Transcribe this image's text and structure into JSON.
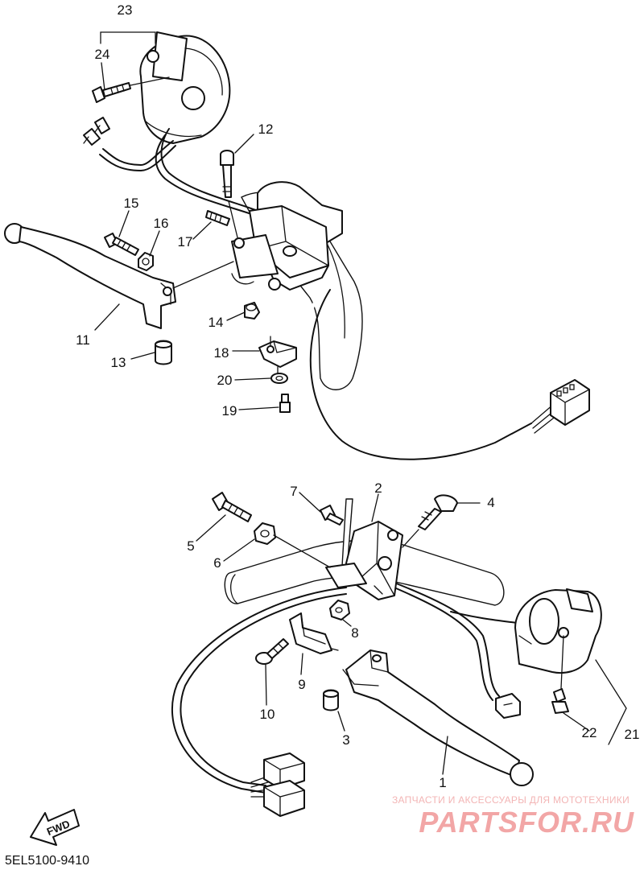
{
  "diagram": {
    "code": "5EL5100-9410",
    "fwd_label": "FWD",
    "watermark_top": "ЗАПЧАСТИ И АКСЕССУАРЫ ДЛЯ МОТОТЕХНИКИ",
    "watermark_main": "PARTSFOR.RU"
  },
  "callouts": {
    "c1": "1",
    "c2": "2",
    "c3": "3",
    "c4": "4",
    "c5": "5",
    "c6": "6",
    "c7": "7",
    "c8": "8",
    "c9": "9",
    "c10": "10",
    "c11": "11",
    "c12": "12",
    "c13": "13",
    "c14": "14",
    "c15": "15",
    "c16": "16",
    "c17": "17",
    "c18": "18",
    "c19": "19",
    "c20": "20",
    "c21": "21",
    "c22": "22",
    "c23": "23",
    "c24": "24"
  },
  "colors": {
    "line": "#111111",
    "watermark": "#f2a6a6"
  }
}
